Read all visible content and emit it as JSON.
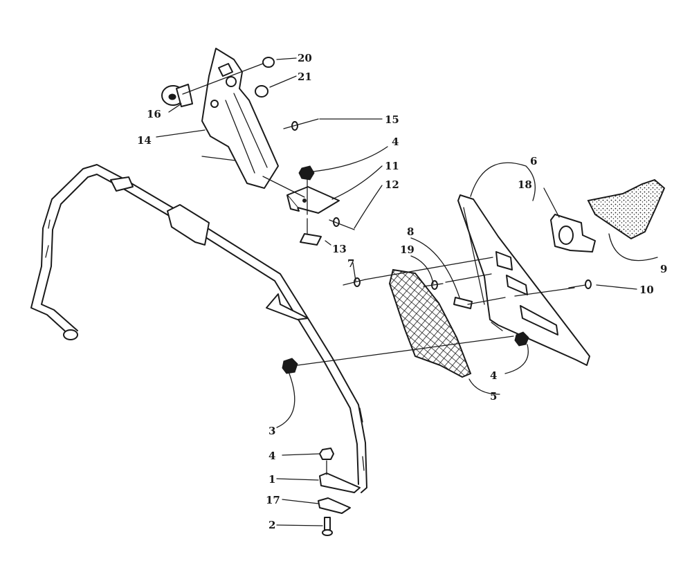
{
  "callouts": [
    {
      "id": "c20",
      "label": "20"
    },
    {
      "id": "c21",
      "label": "21"
    },
    {
      "id": "c16",
      "label": "16"
    },
    {
      "id": "c15",
      "label": "15"
    },
    {
      "id": "c14",
      "label": "14"
    },
    {
      "id": "c4a",
      "label": "4"
    },
    {
      "id": "c11",
      "label": "11"
    },
    {
      "id": "c12",
      "label": "12"
    },
    {
      "id": "c13",
      "label": "13"
    },
    {
      "id": "c6",
      "label": "6"
    },
    {
      "id": "c18",
      "label": "18"
    },
    {
      "id": "c9",
      "label": "9"
    },
    {
      "id": "c8",
      "label": "8"
    },
    {
      "id": "c19",
      "label": "19"
    },
    {
      "id": "c7",
      "label": "7"
    },
    {
      "id": "c10",
      "label": "10"
    },
    {
      "id": "c4b",
      "label": "4"
    },
    {
      "id": "c5",
      "label": "5"
    },
    {
      "id": "c3",
      "label": "3"
    },
    {
      "id": "c4c",
      "label": "4"
    },
    {
      "id": "c1",
      "label": "1"
    },
    {
      "id": "c17",
      "label": "17"
    },
    {
      "id": "c2",
      "label": "2"
    }
  ]
}
